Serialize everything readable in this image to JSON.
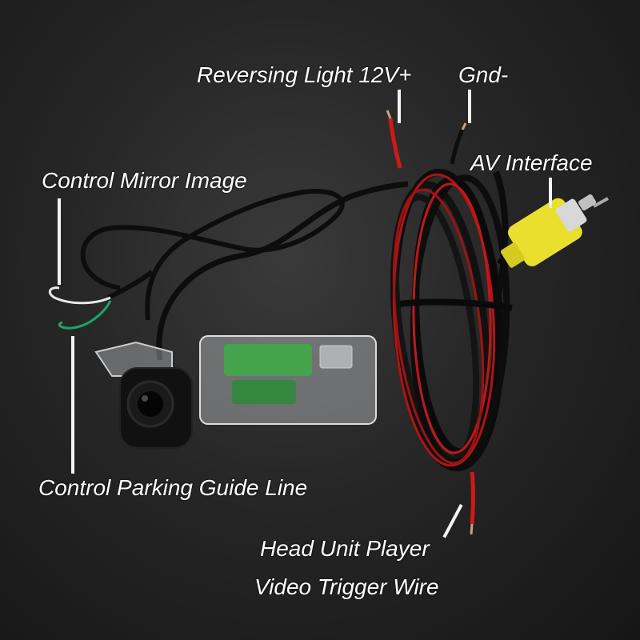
{
  "labels": {
    "reversing_light": "Reversing Light 12V+",
    "gnd": "Gnd-",
    "av_interface": "AV Interface",
    "control_mirror": "Control Mirror Image",
    "control_parking": "Control Parking Guide Line",
    "head_unit_line1": "Head Unit Player",
    "head_unit_line2": "Video Trigger Wire"
  },
  "colors": {
    "background": "#1e1e1e",
    "cable": "#0c0c0c",
    "red_wire": "#d01818",
    "rca_yellow": "#e9df2c",
    "wire_green": "#1aa56a",
    "wire_white": "#e8e8e8"
  }
}
